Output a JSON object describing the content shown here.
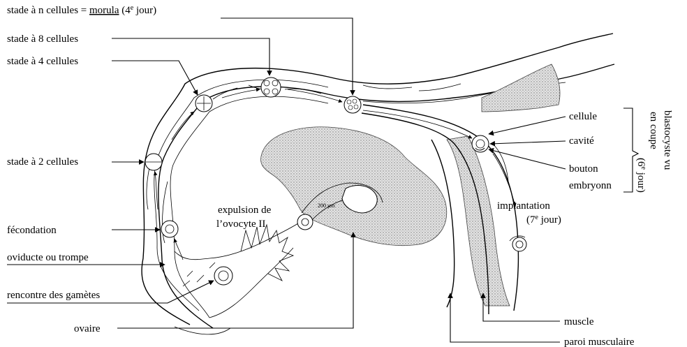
{
  "labels": {
    "morula_prefix": "stade à n cellules = ",
    "morula_word": "morula",
    "morula_day_open": "(4",
    "morula_day_sup": "e",
    "morula_day_close": " jour)",
    "stade8": "stade à 8 cellules",
    "stade4": "stade à 4 cellules",
    "stade2": "stade à 2 cellules",
    "fecondation": "fécondation",
    "oviducte": "oviducte ou trompe",
    "rencontre": "rencontre des gamètes",
    "ovaire": "ovaire",
    "expulsion_line1": "expulsion de",
    "expulsion_line2": "l’ovocyte II",
    "scale": "200 µm",
    "implantation": "implantation",
    "implantation_day_open": "(7",
    "implantation_day_sup": "e",
    "implantation_day_close": " jour)",
    "cellule": "cellule",
    "cavite": "cavité",
    "bouton_line1": "bouton",
    "bouton_line2": "embryonn",
    "blasto_line1": "blastocyste vu",
    "blasto_line2": "en coupe",
    "blasto_line3_open": "(6",
    "blasto_line3_sup": "e",
    "blasto_line3_close": " jour)",
    "muscle": "muscle",
    "paroi": "paroi musculaire"
  }
}
